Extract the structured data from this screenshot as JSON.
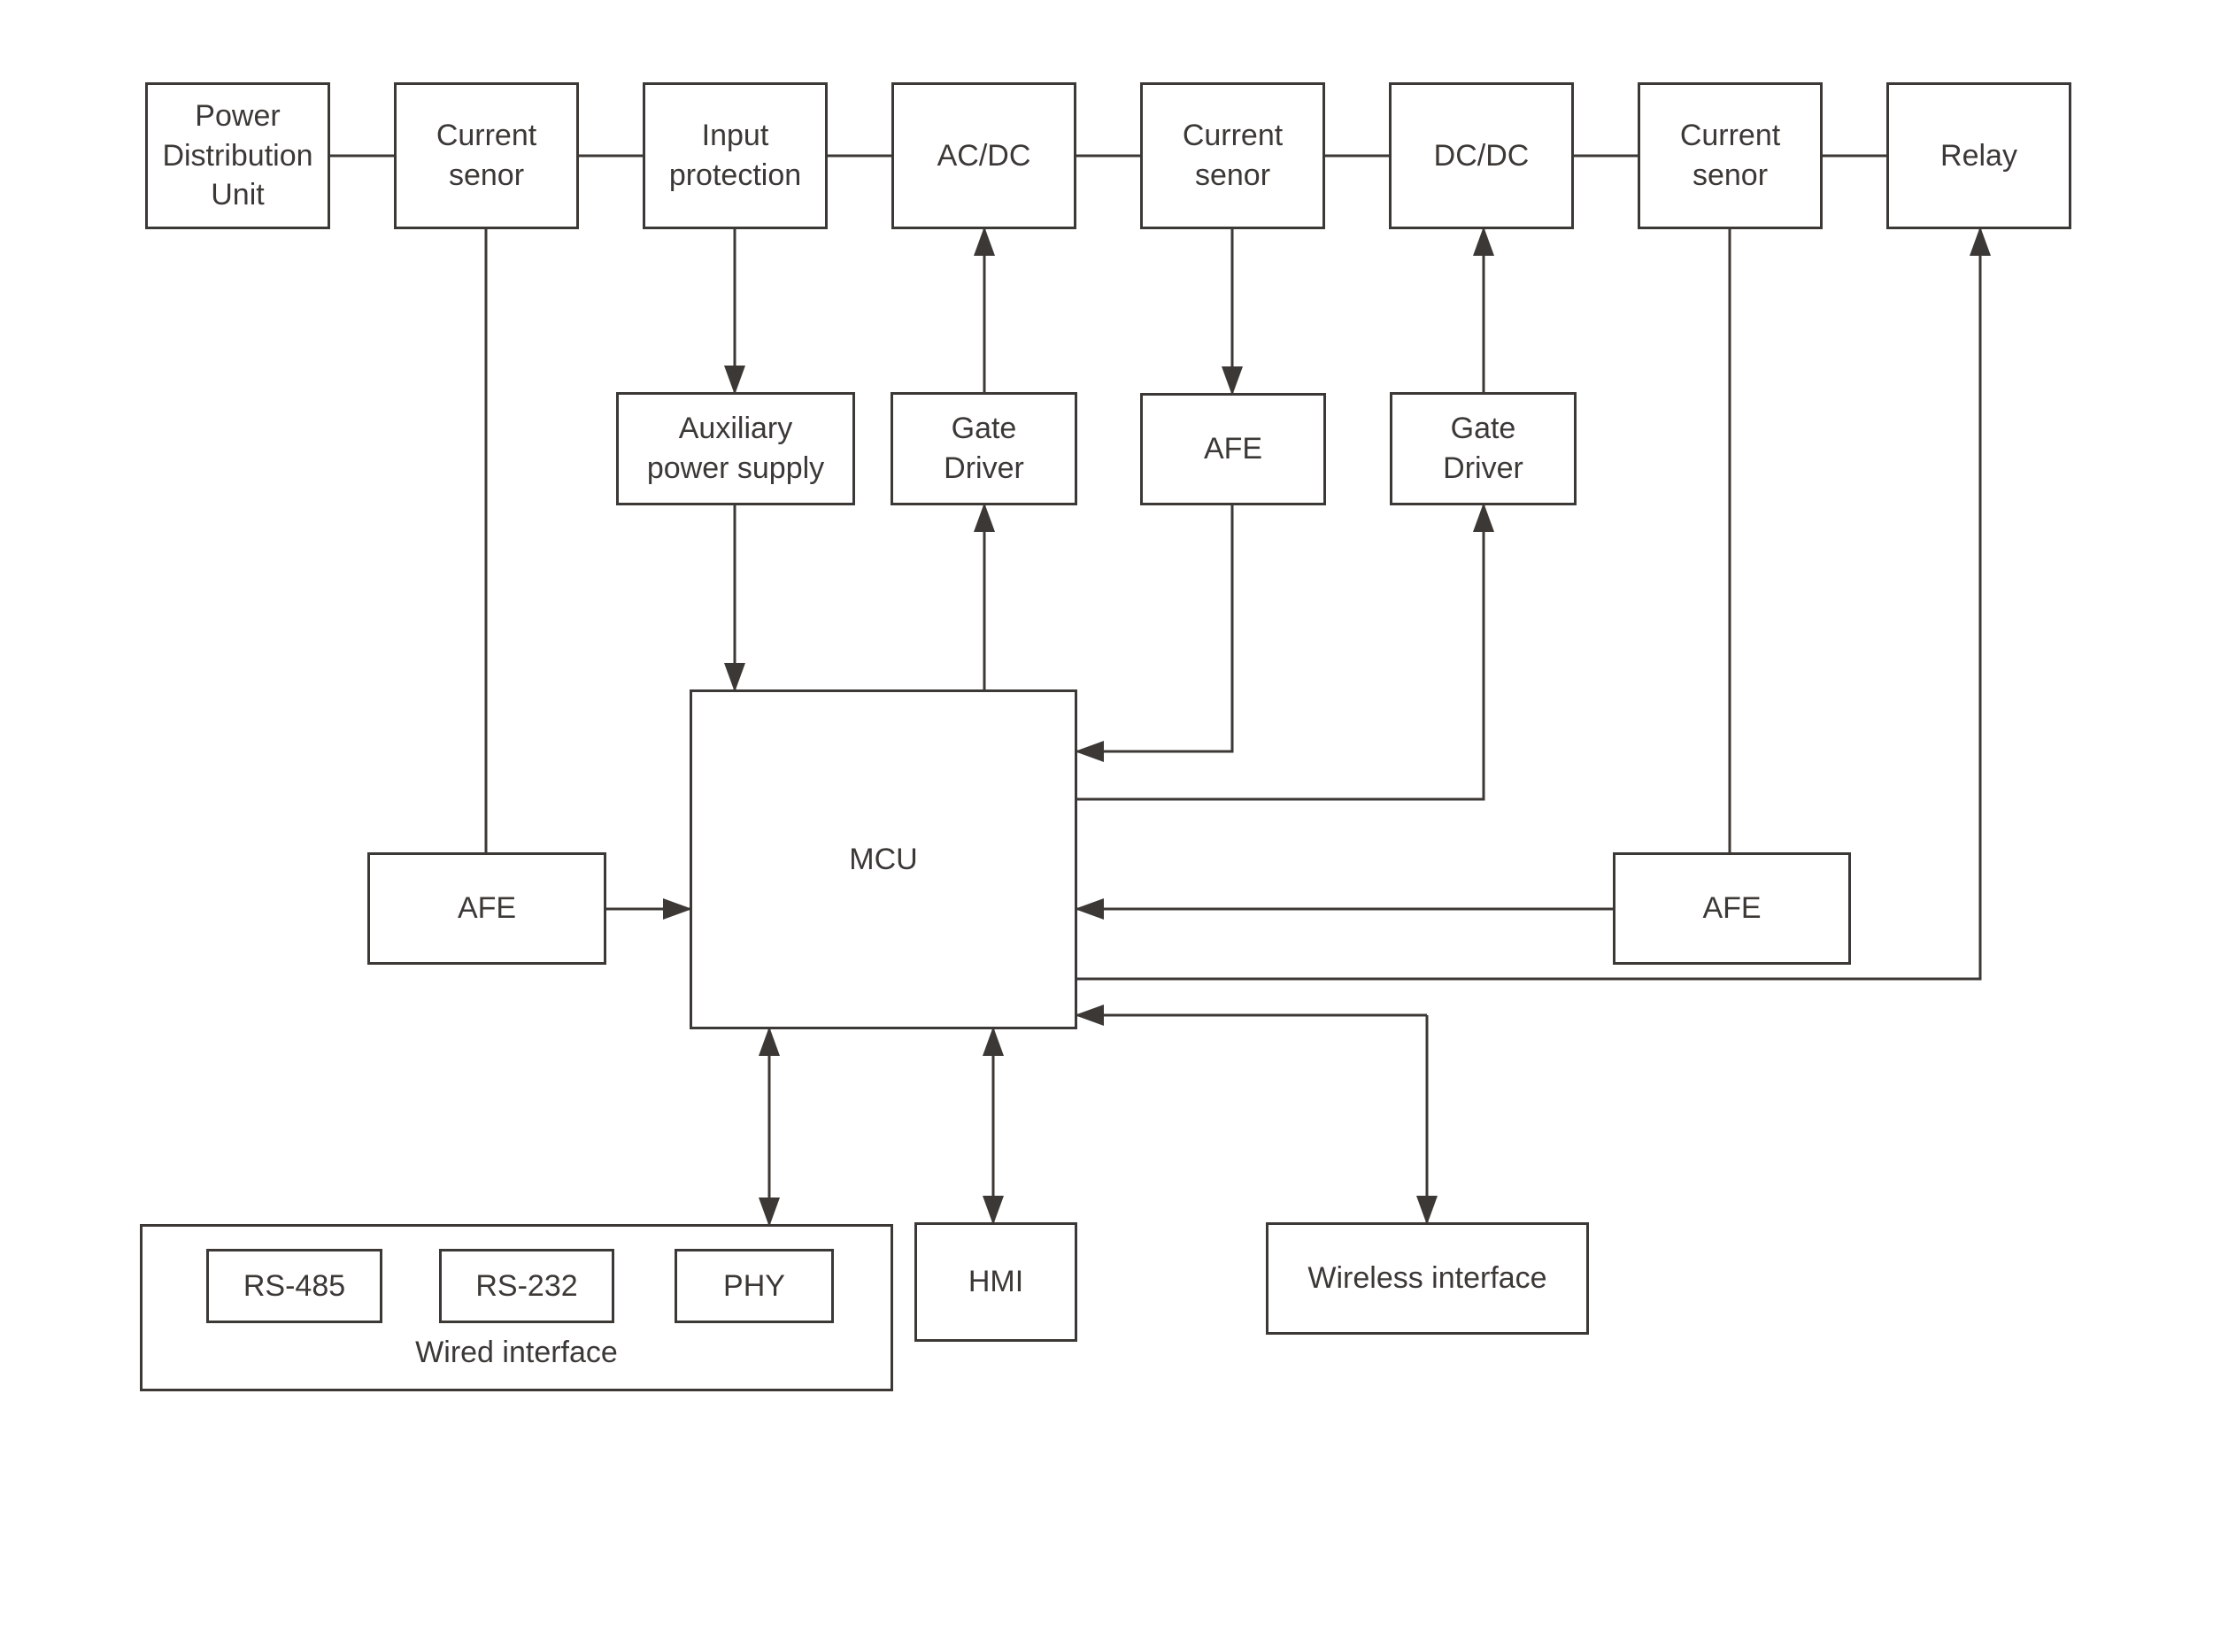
{
  "diagram": {
    "colors": {
      "stroke": "#3c3836",
      "background": "#ffffff"
    },
    "nodes": {
      "power_distribution_unit": {
        "label": "Power\nDistribution\nUnit"
      },
      "current_sensor_input": {
        "label": "Current\nsenor"
      },
      "input_protection": {
        "label": "Input\nprotection"
      },
      "ac_dc": {
        "label": "AC/DC"
      },
      "current_sensor_mid": {
        "label": "Current\nsenor"
      },
      "dc_dc": {
        "label": "DC/DC"
      },
      "current_sensor_output": {
        "label": "Current\nsenor"
      },
      "relay": {
        "label": "Relay"
      },
      "auxiliary_power_supply": {
        "label": "Auxiliary\npower supply"
      },
      "gate_driver_acdc": {
        "label": "Gate\nDriver"
      },
      "afe_mid": {
        "label": "AFE"
      },
      "gate_driver_dcdc": {
        "label": "Gate\nDriver"
      },
      "mcu": {
        "label": "MCU"
      },
      "afe_left": {
        "label": "AFE"
      },
      "afe_right": {
        "label": "AFE"
      },
      "rs485": {
        "label": "RS-485"
      },
      "rs232": {
        "label": "RS-232"
      },
      "phy": {
        "label": "PHY"
      },
      "wired_interface": {
        "label": "Wired interface"
      },
      "hmi": {
        "label": "HMI"
      },
      "wireless_interface": {
        "label": "Wireless interface"
      }
    }
  }
}
